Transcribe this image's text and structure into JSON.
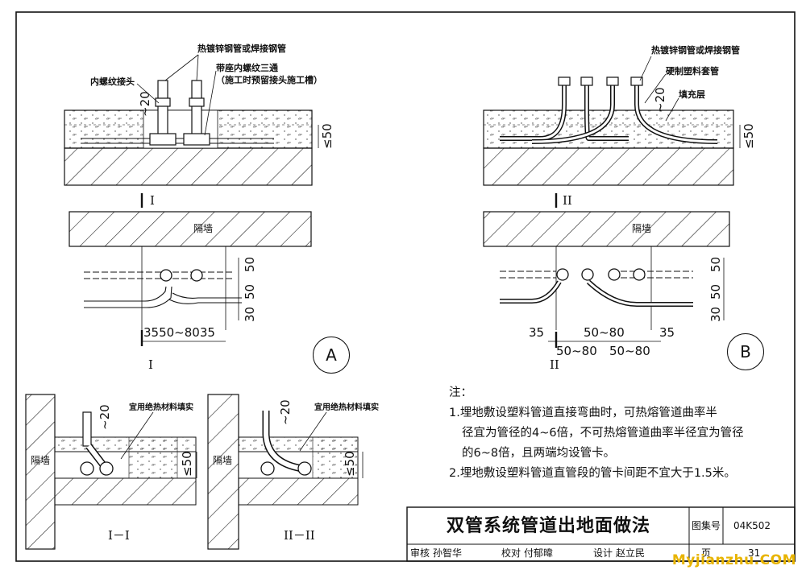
{
  "title": "双管系统管道出地面做法",
  "atlas_label": "图集号",
  "atlas_no": "04K502",
  "page_label": "页",
  "page_no": "31",
  "signatures": {
    "review_label": "审核",
    "reviewer": "孙智华",
    "check_label": "校对",
    "checker": "付郁暐",
    "design_label": "设计",
    "designer": "赵立民"
  },
  "detail_a": {
    "marker": "A",
    "labels": {
      "steel_pipe": "热镀锌钢管或焊接钢管",
      "inner_thread": "内螺纹接头",
      "tee_line1": "带座内螺纹三通",
      "tee_line2": "（施工时预留接头施工槽）",
      "wall": "隔墙"
    },
    "section_mark": "I",
    "dims": {
      "top20": "~20",
      "le50": "≤50",
      "row1": "50",
      "row2": "50",
      "row3": "30",
      "bottom": "3550~8035"
    }
  },
  "detail_b": {
    "marker": "B",
    "labels": {
      "steel_pipe": "热镀锌钢管或焊接钢管",
      "hard_sleeve": "硬制塑料套管",
      "fill": "填充层",
      "wall": "隔墙"
    },
    "section_mark": "II",
    "dims": {
      "top20": "~20",
      "le50": "≤50",
      "row1": "50",
      "row2": "50",
      "row3": "30",
      "b1": "35",
      "b2": "50~80",
      "b3": "35",
      "b4": "50~80",
      "b5": "50~80"
    }
  },
  "section_1": {
    "label": "I－I",
    "wall": "隔墙",
    "insulation": "宜用绝热材料填实",
    "top20": "~20",
    "le50": "≤50"
  },
  "section_2": {
    "label": "II－II",
    "wall": "隔墙",
    "insulation": "宜用绝热材料填实",
    "top20": "~20",
    "le50": "≤50"
  },
  "notes": {
    "heading": "注：",
    "lines": [
      "1.埋地敷设塑料管道直接弯曲时，可热熔管道曲率半",
      "径宜为管径的4~6倍，不可热熔管道曲率半径宜为管径",
      "的6~8倍，且两端均设管卡。",
      "2.埋地敷设塑料管道直管段的管卡间距不宜大于1.5米。"
    ]
  },
  "watermark": "Myjianzhu.COM"
}
